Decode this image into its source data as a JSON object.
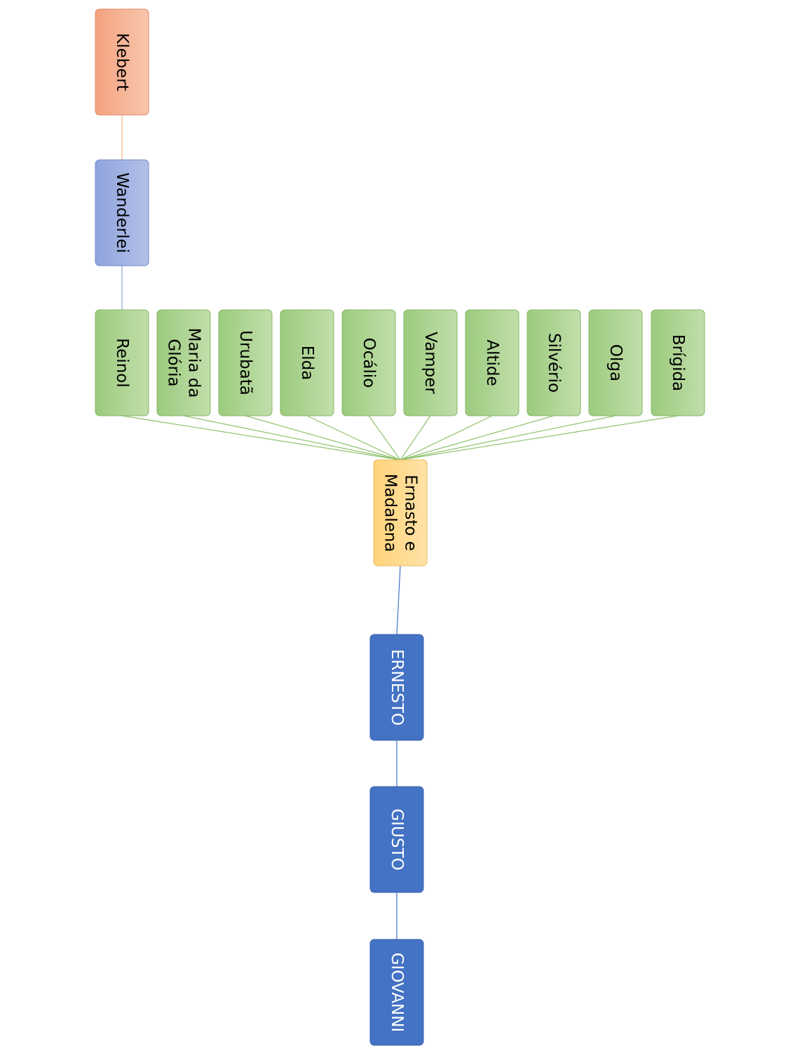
{
  "diagram": {
    "colors": {
      "orange": "#f4a582",
      "periwinkle": "#9aabe0",
      "green": "#a9d08e",
      "yellow": "#ffd98a",
      "blue": "#4472c4",
      "line_green": "#8dc26b",
      "line_blue": "#4472c4",
      "line_orange": "#f4b183",
      "line_periwinkle": "#8ea3d9"
    },
    "nodes": [
      {
        "id": "klebert",
        "name": "node-klebert",
        "lines": [
          "Klebert"
        ],
        "color": "orange",
        "text": "#000000"
      },
      {
        "id": "wanderlei",
        "name": "node-wanderlei",
        "lines": [
          "Wanderlei"
        ],
        "color": "periwinkle",
        "text": "#000000"
      },
      {
        "id": "reinol",
        "name": "node-reinol",
        "lines": [
          "Reinol"
        ],
        "color": "green",
        "text": "#000000"
      },
      {
        "id": "maria",
        "name": "node-maria-da-gloria",
        "lines": [
          "Maria da",
          "Glória"
        ],
        "color": "green",
        "text": "#000000"
      },
      {
        "id": "urubata",
        "name": "node-urubata",
        "lines": [
          "Urubatã"
        ],
        "color": "green",
        "text": "#000000"
      },
      {
        "id": "elda",
        "name": "node-elda",
        "lines": [
          "Elda"
        ],
        "color": "green",
        "text": "#000000"
      },
      {
        "id": "ocalio",
        "name": "node-ocalio",
        "lines": [
          "Ocálio"
        ],
        "color": "green",
        "text": "#000000"
      },
      {
        "id": "vamper",
        "name": "node-vamper",
        "lines": [
          "Vamper"
        ],
        "color": "green",
        "text": "#000000"
      },
      {
        "id": "altide",
        "name": "node-altide",
        "lines": [
          "Altide"
        ],
        "color": "green",
        "text": "#000000"
      },
      {
        "id": "silverio",
        "name": "node-silverio",
        "lines": [
          "Silvério"
        ],
        "color": "green",
        "text": "#000000"
      },
      {
        "id": "olga",
        "name": "node-olga",
        "lines": [
          "Olga"
        ],
        "color": "green",
        "text": "#000000"
      },
      {
        "id": "brigida",
        "name": "node-brigida",
        "lines": [
          "Brígida"
        ],
        "color": "green",
        "text": "#000000"
      },
      {
        "id": "ernasto",
        "name": "node-ernasto-e-madalena",
        "lines": [
          "Ernasto e",
          "Madalena"
        ],
        "color": "yellow",
        "text": "#000000"
      },
      {
        "id": "ernesto",
        "name": "node-ernesto",
        "lines": [
          "ERNESTO"
        ],
        "color": "blue",
        "text": "#ffffff"
      },
      {
        "id": "giusto",
        "name": "node-giusto",
        "lines": [
          "GIUSTO"
        ],
        "color": "blue",
        "text": "#ffffff"
      },
      {
        "id": "giovanni",
        "name": "node-giovanni",
        "lines": [
          "GIOVANNI"
        ],
        "color": "blue",
        "text": "#ffffff"
      }
    ],
    "edges": [
      {
        "from": "klebert",
        "to": "wanderlei",
        "color": "line_orange"
      },
      {
        "from": "wanderlei",
        "to": "reinol",
        "color": "line_periwinkle"
      },
      {
        "from": "reinol",
        "to": "ernasto",
        "color": "line_green"
      },
      {
        "from": "maria",
        "to": "ernasto",
        "color": "line_green"
      },
      {
        "from": "urubata",
        "to": "ernasto",
        "color": "line_green"
      },
      {
        "from": "elda",
        "to": "ernasto",
        "color": "line_green"
      },
      {
        "from": "ocalio",
        "to": "ernasto",
        "color": "line_green"
      },
      {
        "from": "vamper",
        "to": "ernasto",
        "color": "line_green"
      },
      {
        "from": "altide",
        "to": "ernasto",
        "color": "line_green"
      },
      {
        "from": "silverio",
        "to": "ernasto",
        "color": "line_green"
      },
      {
        "from": "olga",
        "to": "ernasto",
        "color": "line_green"
      },
      {
        "from": "brigida",
        "to": "ernasto",
        "color": "line_green"
      },
      {
        "from": "ernasto",
        "to": "ernesto",
        "color": "line_blue"
      },
      {
        "from": "ernesto",
        "to": "giusto",
        "color": "line_blue"
      },
      {
        "from": "giusto",
        "to": "giovanni",
        "color": "line_blue"
      }
    ]
  }
}
